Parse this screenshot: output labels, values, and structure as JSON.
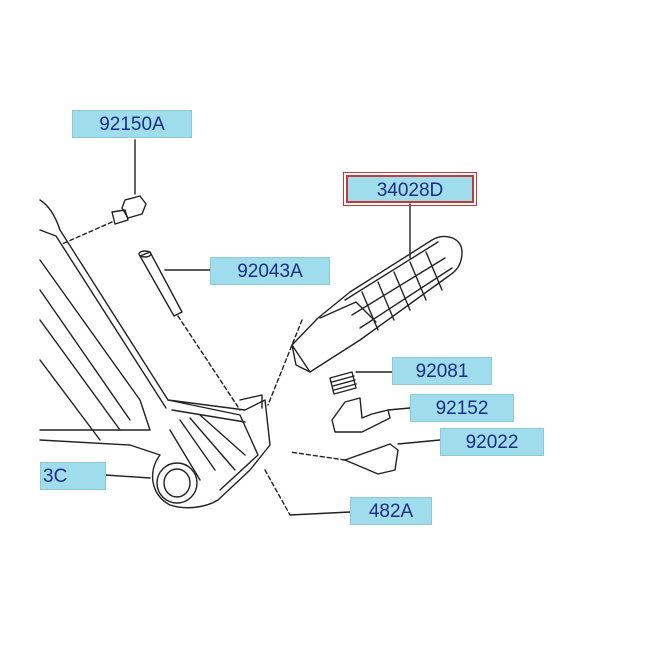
{
  "labels": {
    "l92150A": "92150A",
    "l34028D": "34028D",
    "l92043A": "92043A",
    "l92081": "92081",
    "l92152": "92152",
    "l92022": "92022",
    "l3C": "3C",
    "l482A": "482A"
  },
  "colors": {
    "label_fill": "#9fdcec",
    "label_text": "#1a2d8a",
    "highlight_border": "#c23a3a",
    "line": "#222222"
  }
}
